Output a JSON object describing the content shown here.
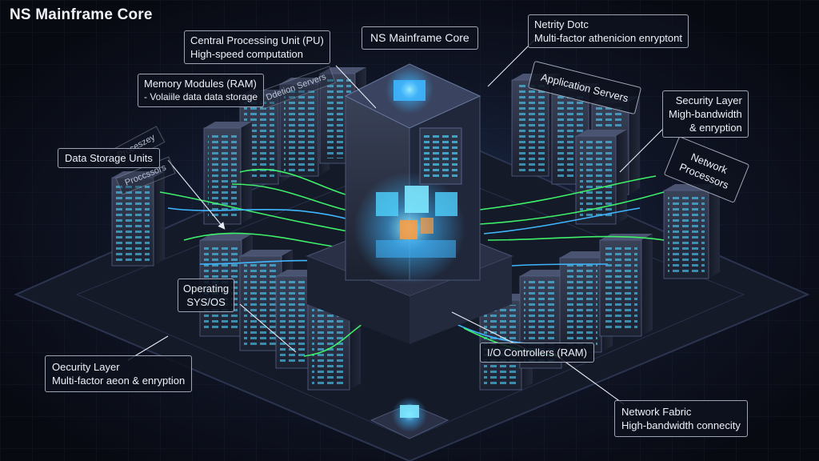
{
  "title": "NS Mainframe Core",
  "colors": {
    "background": "#0a0d16",
    "floor": "#151a28",
    "accent_green": "#3ef06a",
    "accent_blue": "#3fb6ff",
    "server_led": "#4fd2ff",
    "core_orange": "#ff9a3c"
  },
  "labels": {
    "cpu": {
      "title": "Central Processing Unit (PU)",
      "subtitle": "High-speed computation"
    },
    "core": {
      "title": "NS Mainframe Core"
    },
    "netrity": {
      "title": "Netrity Dotc",
      "subtitle": "Multi-factor athenicion enryptont"
    },
    "memory": {
      "title": "Memory Modules (RAM)",
      "subtitle": "- Volaiile data data storage"
    },
    "application": {
      "title": "Application Servers"
    },
    "security_right": {
      "title": "Security Layer",
      "subtitle": "Migh-bandwidth",
      "subtitle2": "& enryption"
    },
    "storage": {
      "title": "Data Storage Units"
    },
    "network_processors": {
      "title": "Network",
      "subtitle": "Processors"
    },
    "operating": {
      "title": "Operating",
      "subtitle": "SYS/OS"
    },
    "oecurity": {
      "title": "Oecurity Layer",
      "subtitle": "Multi-factor aeon & enryption"
    },
    "io": {
      "title": "I/O Controllers (RAM)"
    },
    "fabric": {
      "title": "Network Fabric",
      "subtitle": "High-bandwidth connecity"
    }
  },
  "ghost_labels": {
    "ghost_servers": "Ddetion Servers",
    "ghost_proc_1": "Proceszey",
    "ghost_proc_2": "Proccssors"
  }
}
